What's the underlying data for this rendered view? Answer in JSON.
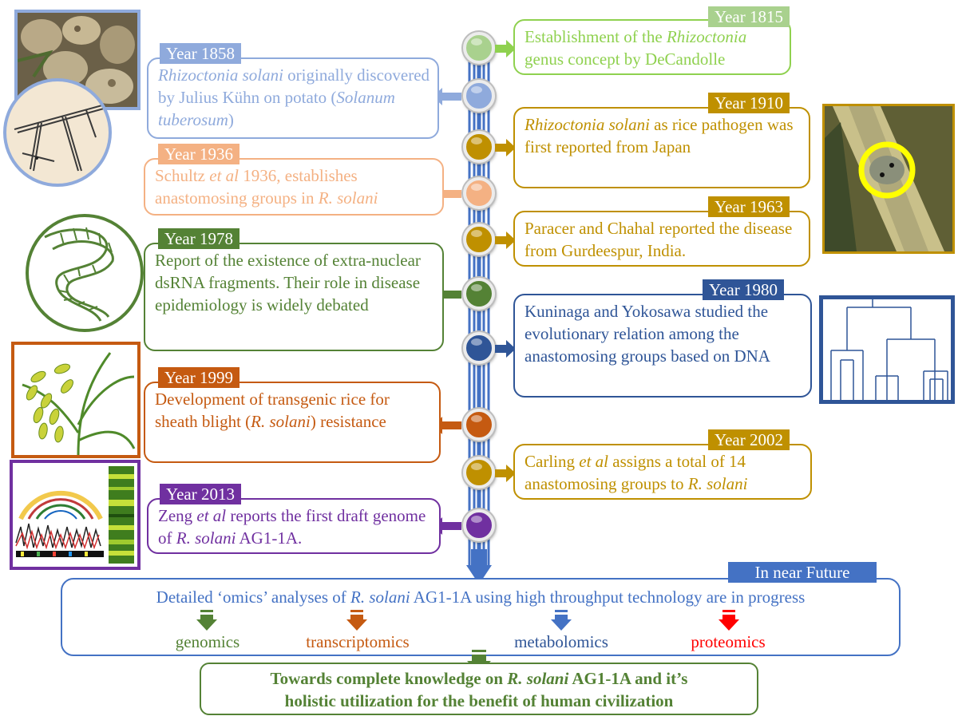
{
  "timeline": {
    "events": [
      {
        "year": "Year 1815",
        "pre": "Establishment of the ",
        "it": "Rhizoctonia",
        "post": " genus concept by DeCandolle",
        "color": "#8fd14f",
        "tag": "#a9d18e"
      },
      {
        "year": "Year 1858",
        "pre": "",
        "it": "Rhizoctonia solani",
        "post": " originally discovered by Julius Kühn on potato (",
        "it2": "Solanum tuberosum",
        "post2": ")",
        "color": "#8faadc",
        "tag": "#8faadc"
      },
      {
        "year": "Year 1910",
        "pre": "",
        "it": "Rhizoctonia solani",
        "post": " as rice pathogen was first reported from Japan",
        "color": "#bf9000",
        "tag": "#bf9000"
      },
      {
        "year": "Year 1936",
        "pre": "Schultz ",
        "it": "et al",
        "post": " 1936, establishes anastomosing groups in ",
        "it2": "R. solani",
        "post2": "",
        "color": "#f4b183",
        "tag": "#f4b183"
      },
      {
        "year": "Year 1963",
        "pre": "Paracer and Chahal reported the disease from Gurdeespur, India.",
        "it": "",
        "post": "",
        "color": "#bf9000",
        "tag": "#bf9000"
      },
      {
        "year": "Year 1978",
        "pre": "Report of the existence of extra-nuclear dsRNA fragments. Their role in disease epidemiology is widely debated",
        "it": "",
        "post": "",
        "color": "#548235",
        "tag": "#548235"
      },
      {
        "year": "Year 1980",
        "pre": "Kuninaga and Yokosawa studied the evolutionary relation among the anastomosing groups based on DNA",
        "it": "",
        "post": "",
        "color": "#2f5597",
        "tag": "#2f5597"
      },
      {
        "year": "Year 1999",
        "pre": "Development of transgenic rice for sheath blight (",
        "it": "R. solani",
        "post": ") resistance",
        "color": "#c55a11",
        "tag": "#c55a11"
      },
      {
        "year": "Year 2002",
        "pre": "Carling ",
        "it": "et al",
        "post": " assigns a total of 14 anastomosing groups to ",
        "it2": "R. solani",
        "post2": "",
        "color": "#bf9000",
        "tag": "#bf9000"
      },
      {
        "year": "Year 2013",
        "pre": "Zeng ",
        "it": "et al",
        "post": " reports the first draft genome of ",
        "it2": "R. solani",
        "post2": " AG1-1A.",
        "color": "#7030a0",
        "tag": "#7030a0"
      }
    ]
  },
  "future": {
    "tag": "In near Future",
    "pre": "Detailed ‘omics’ analyses of ",
    "it": "R. solani",
    "post": " AG1-1A using high throughput technology are in progress",
    "omics": [
      {
        "label": "genomics",
        "color": "#548235"
      },
      {
        "label": "transcriptomics",
        "color": "#c55a11"
      },
      {
        "label": "metabolomics",
        "color": "#2f5597"
      },
      {
        "label": "proteomics",
        "color": "#ff0000"
      }
    ]
  },
  "conclusion": {
    "pre": "Towards complete knowledge on ",
    "it": "R. solani",
    "post": " AG1-1A and it’s",
    "line2": "holistic utilization for the benefit of human civilization",
    "color": "#548235"
  },
  "colors": {
    "axis": "#4472c4",
    "green": "#548235"
  },
  "icons": [
    "potato-photo",
    "mycelium-drawing",
    "rice-leaf-lesion-photo",
    "dsrna-helix-icon",
    "phylogeny-tree-icon",
    "rice-panicle-icon",
    "genome-map-icon"
  ]
}
